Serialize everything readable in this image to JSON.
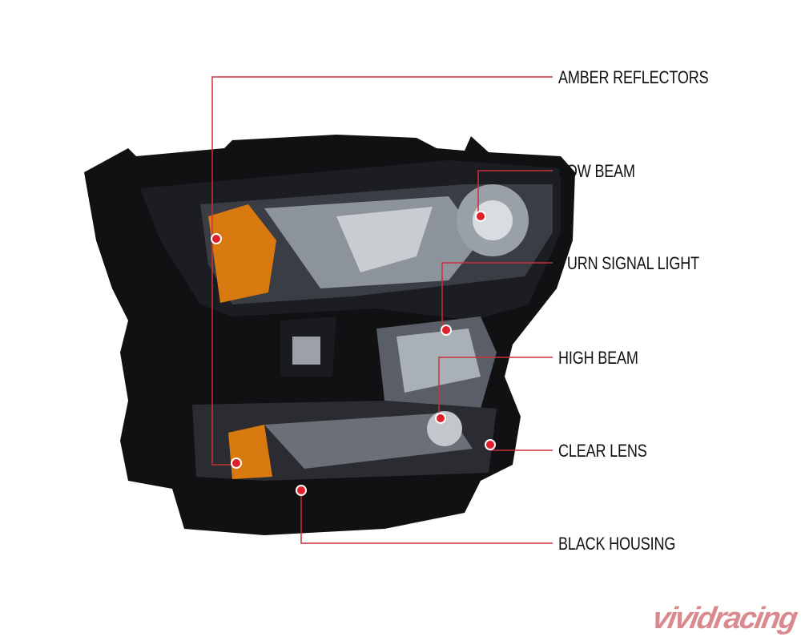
{
  "callouts": [
    {
      "id": "amber-reflectors",
      "label": "AMBER REFLECTORS"
    },
    {
      "id": "low-beam",
      "label": "LOW BEAM"
    },
    {
      "id": "turn-signal-light",
      "label": "TURN SIGNAL LIGHT"
    },
    {
      "id": "high-beam",
      "label": "HIGH BEAM"
    },
    {
      "id": "clear-lens",
      "label": "CLEAR LENS"
    },
    {
      "id": "black-housing",
      "label": "BLACK HOUSING"
    }
  ],
  "watermark": "vividracing",
  "colors": {
    "leader": "#c8303a",
    "housing": "#0d0d0f",
    "amber": "#d97a10",
    "chrome": "#b8bcc2"
  }
}
